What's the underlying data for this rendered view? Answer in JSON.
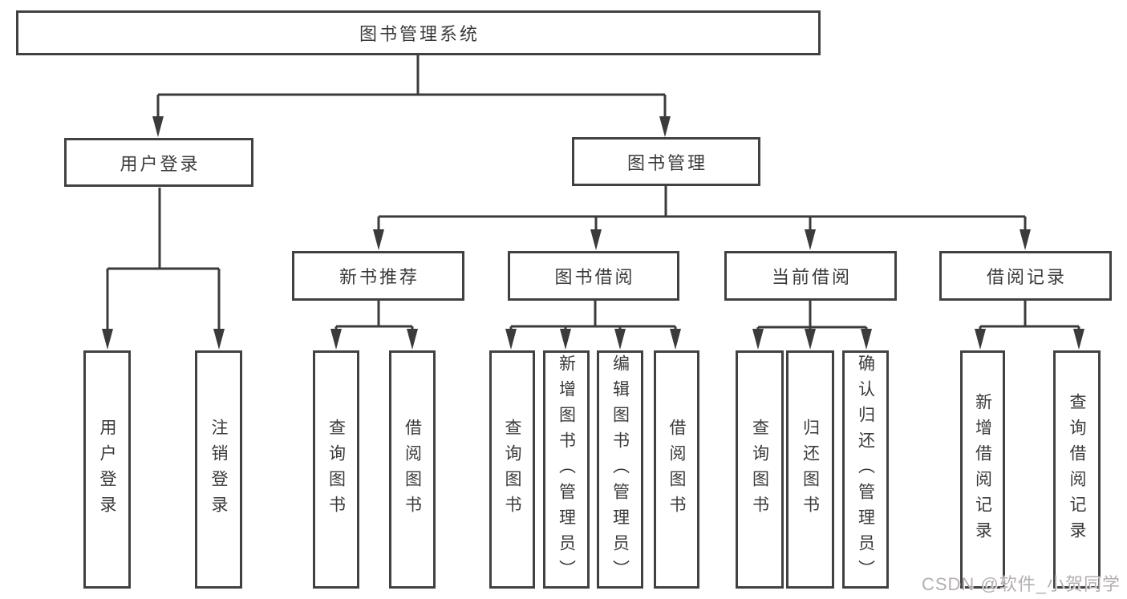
{
  "diagram": {
    "tree": {
      "label": "图书管理系统",
      "children": [
        {
          "label": "用户登录",
          "children": [
            {
              "label": "用户登录"
            },
            {
              "label": "注销登录"
            }
          ]
        },
        {
          "label": "图书管理",
          "children": [
            {
              "label": "新书推荐",
              "children": [
                {
                  "label": "查询图书"
                },
                {
                  "label": "借阅图书"
                }
              ]
            },
            {
              "label": "图书借阅",
              "children": [
                {
                  "label": "查询图书"
                },
                {
                  "label": "新增图书（管理员）"
                },
                {
                  "label": "编辑图书（管理员）"
                },
                {
                  "label": "借阅图书"
                }
              ]
            },
            {
              "label": "当前借阅",
              "children": [
                {
                  "label": "查询图书"
                },
                {
                  "label": "归还图书"
                },
                {
                  "label": "确认归还（管理员）"
                }
              ]
            },
            {
              "label": "借阅记录",
              "children": [
                {
                  "label": "新增借阅记录"
                },
                {
                  "label": "查询借阅记录"
                }
              ]
            }
          ]
        }
      ]
    }
  },
  "watermark": "CSDN @软件_小贺同学",
  "colors": {
    "line": "#3b3b3b",
    "border": "#414141",
    "text": "#3a3a3a",
    "background": "#ffffff",
    "watermark": "#b4aeb0"
  }
}
